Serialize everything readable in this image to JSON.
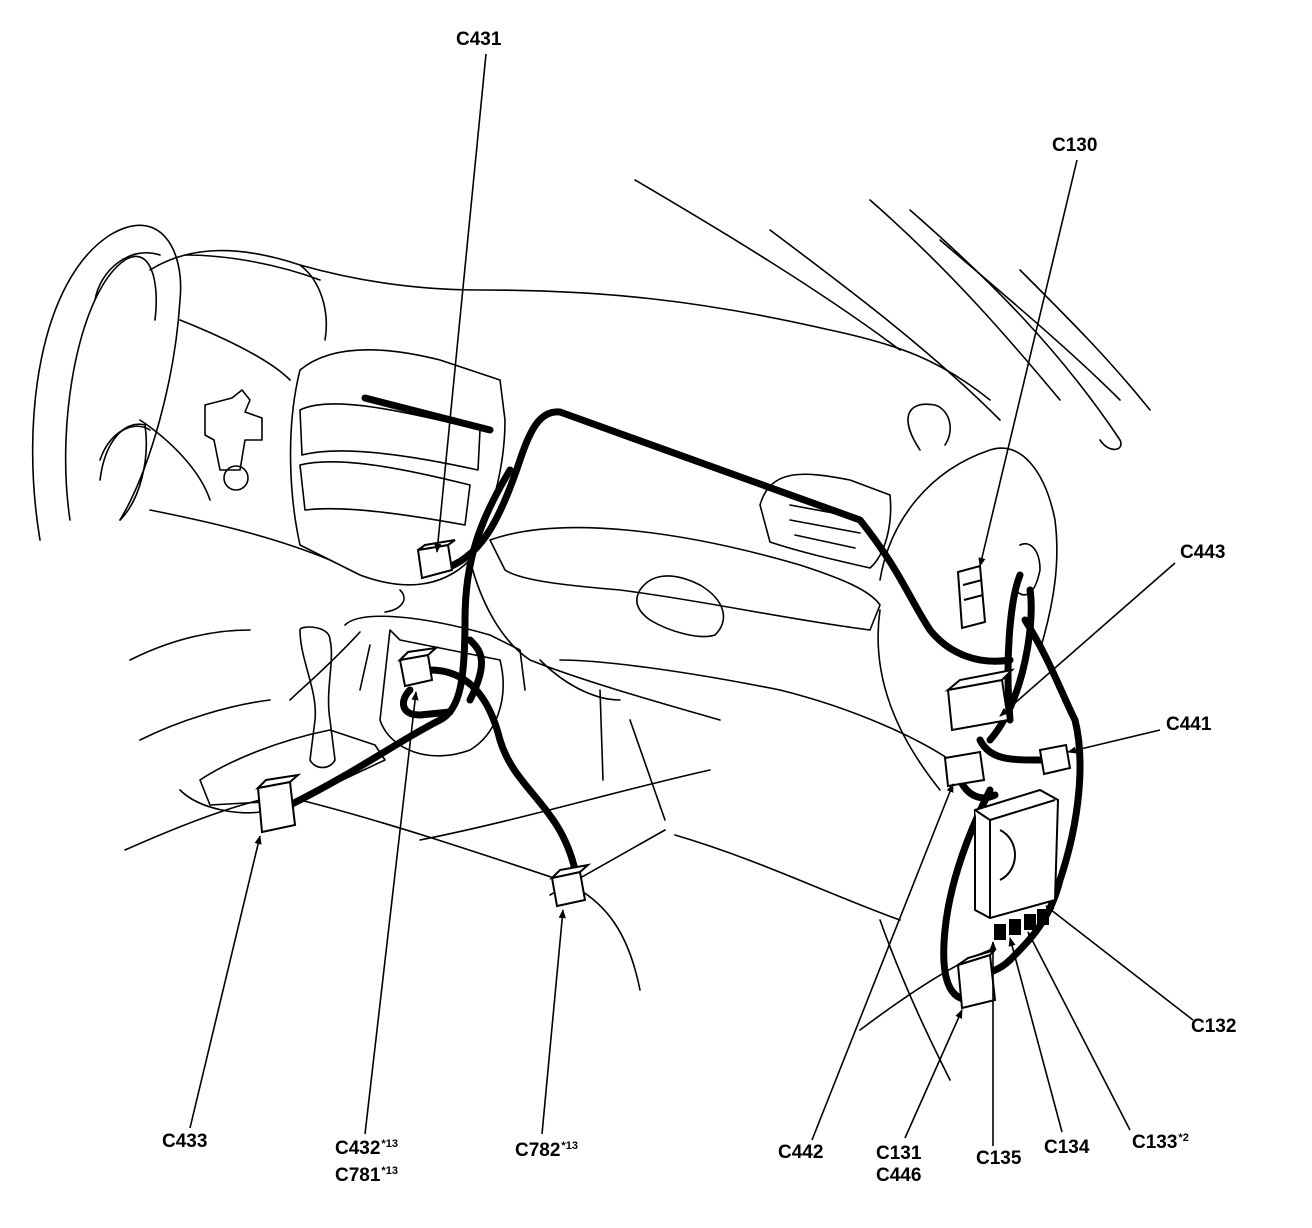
{
  "diagram": {
    "colors": {
      "ink": "#000000",
      "paper": "#ffffff"
    },
    "labels": {
      "c431": "C431",
      "c130": "C130",
      "c443": "C443",
      "c441": "C441",
      "c132": "C132",
      "c433": "C433",
      "c432": "C432",
      "c432_note": "*13",
      "c781": "C781",
      "c781_note": "*13",
      "c782": "C782",
      "c782_note": "*13",
      "c442": "C442",
      "c131": "C131",
      "c446": "C446",
      "c135": "C135",
      "c134": "C134",
      "c133": "C133",
      "c133_note": "*2"
    }
  }
}
